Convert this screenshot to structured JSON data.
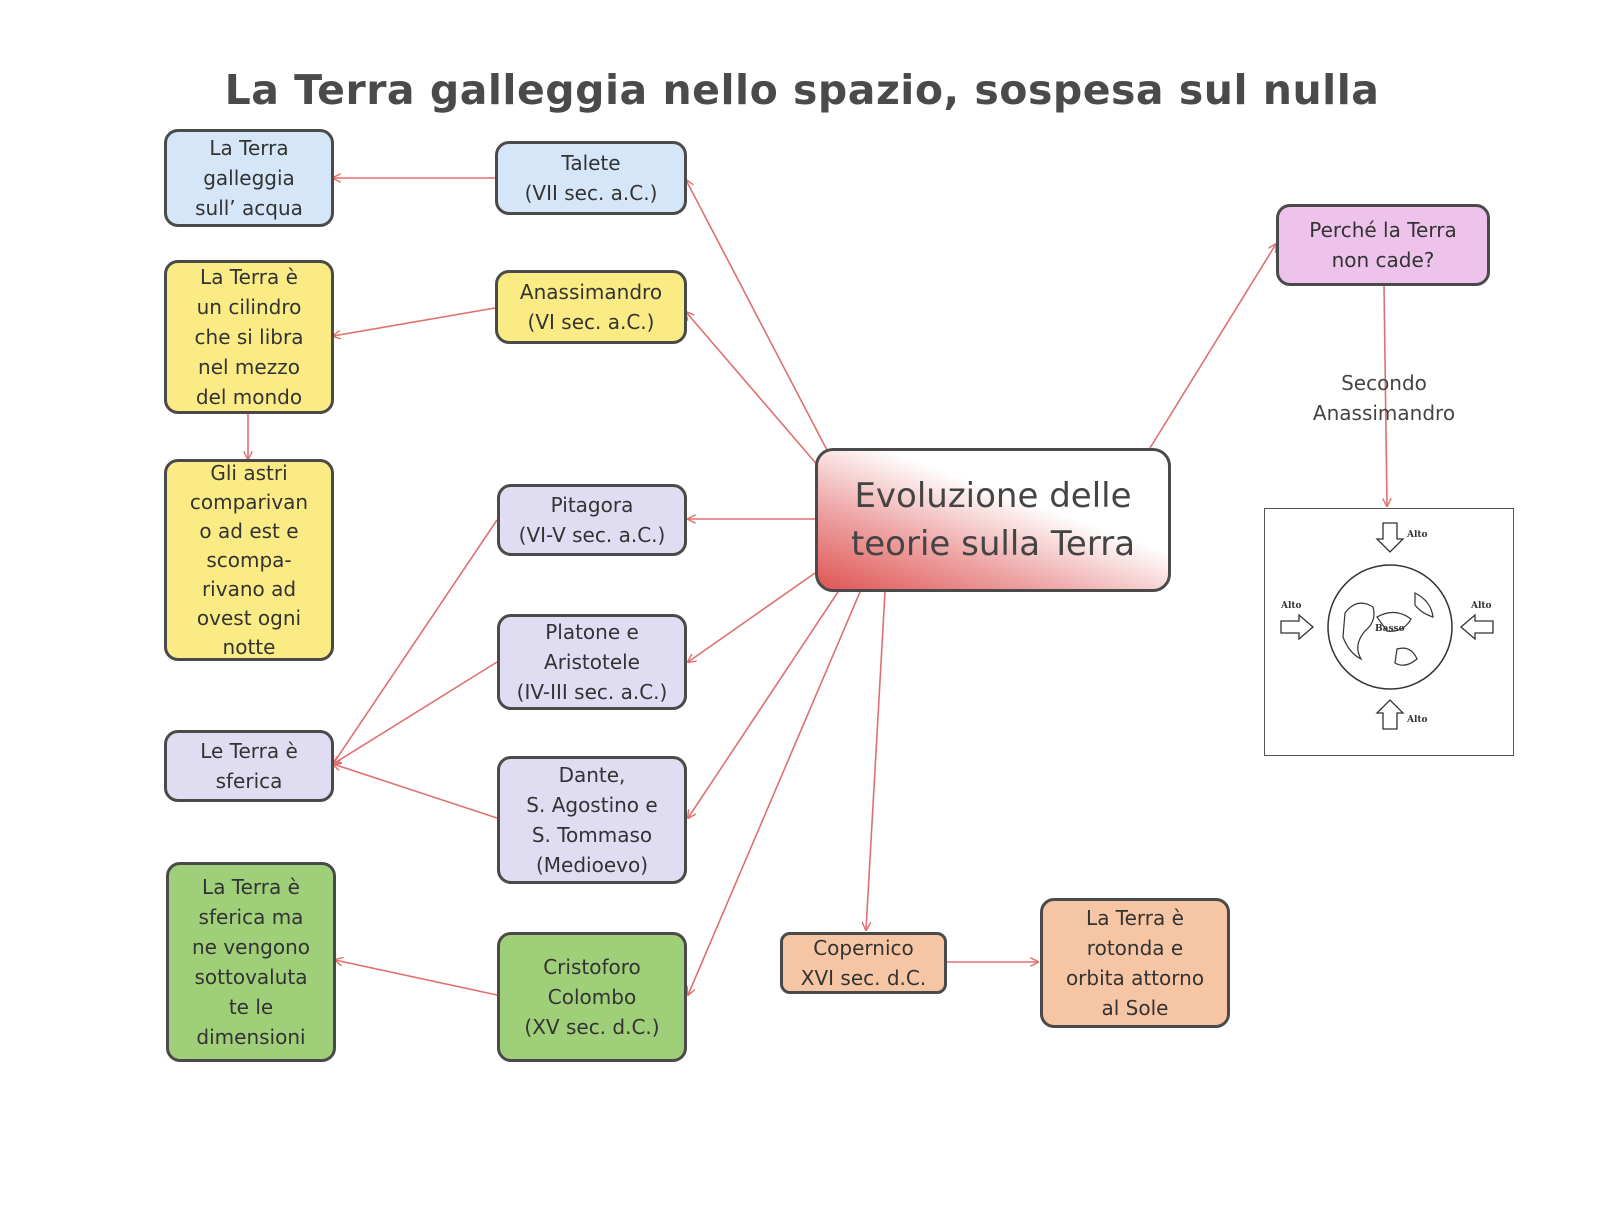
{
  "title": "La Terra galleggia nello spazio, sospesa sul nulla",
  "colors": {
    "arrow": "#e07070",
    "border": "#4a4a4a"
  },
  "nodes": {
    "center": "Evoluzione delle\nteorie sulla Terra",
    "talete": "Talete\n(VII sec. a.C.)",
    "talete_idea": "La Terra\ngalleggia\nsull’ acqua",
    "anassimandro": "Anassimandro\n(VI sec. a.C.)",
    "anassimandro_idea": "La Terra è\nun cilindro\nche si libra\nnel mezzo\ndel mondo",
    "astri_idea": "Gli astri\ncomparivan\no ad est e\nscompa-\nrivano ad\novest ogni\nnotte",
    "pitagora": "Pitagora\n(VI-V sec. a.C.)",
    "platone": "Platone e\nAristotele\n(IV-III sec. a.C.)",
    "dante": "Dante,\nS. Agostino e\nS. Tommaso\n(Medioevo)",
    "sferica_idea": "Le Terra è\nsferica",
    "colombo": "Cristoforo\nColombo\n(XV sec. d.C.)",
    "colombo_idea": "La Terra è\nsferica ma\nne vengono\nsottovaluta\nte le\ndimensioni",
    "copernico": "Copernico\nXVI sec. d.C.",
    "copernico_idea": "La Terra è\nrotonda e\norbita attorno\nal Sole",
    "perche": "Perché la Terra\nnon cade?"
  },
  "edge_label": "Secondo\nAnassimandro",
  "globe": {
    "top": "Alto",
    "left": "Alto",
    "right": "Alto",
    "bottom": "Alto",
    "center": "Basso"
  }
}
